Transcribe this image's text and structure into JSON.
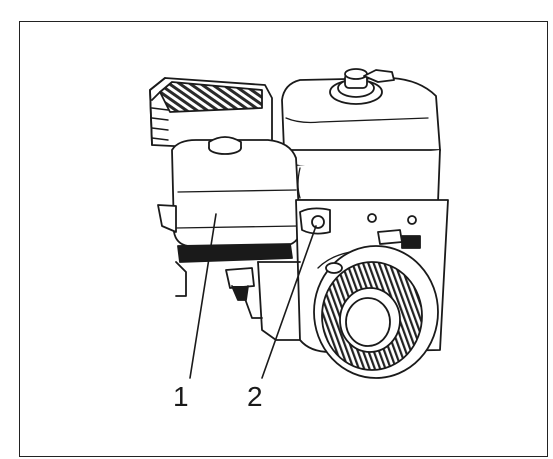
{
  "figure": {
    "callouts": [
      {
        "id": "1",
        "label": "1"
      },
      {
        "id": "2",
        "label": "2"
      }
    ],
    "colors": {
      "line": "#1a1a1a",
      "hatch": "#333333",
      "fill": "#ffffff",
      "border": "#222222"
    }
  }
}
